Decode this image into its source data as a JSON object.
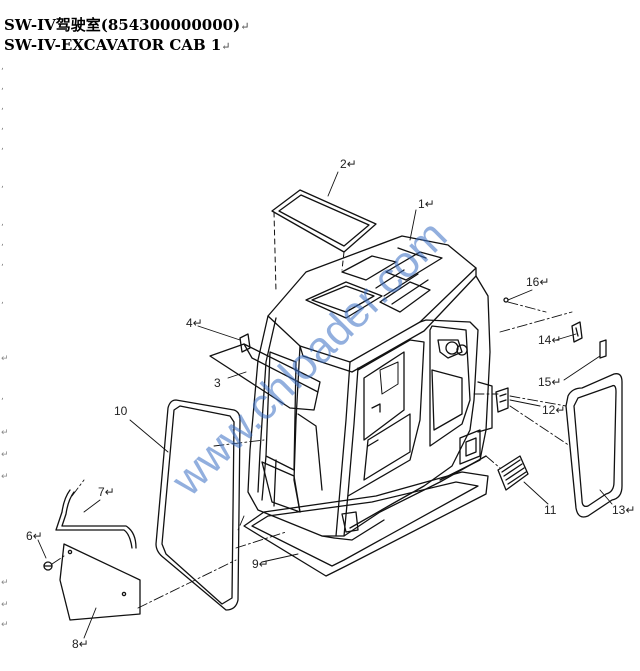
{
  "document": {
    "title_cn": "SW-IV驾驶室(854300000000)",
    "title_en": "SW-IV-EXCAVATOR CAB 1",
    "paragraph_mark": "↵"
  },
  "watermark": "www.chloader.com",
  "callouts": {
    "c1": "1↵",
    "c2": "2↵",
    "c3": "3",
    "c4": "4↵",
    "c6": "6↵",
    "c7": "7↵",
    "c8": "8↵",
    "c9": "9↵",
    "c10": "10",
    "c11": "11",
    "c12": "12↵",
    "c13": "13↵",
    "c14": "14↵",
    "c15": "15↵",
    "c16": "16↵"
  },
  "colors": {
    "line": "#111111",
    "watermark": "#3a6fc4"
  }
}
